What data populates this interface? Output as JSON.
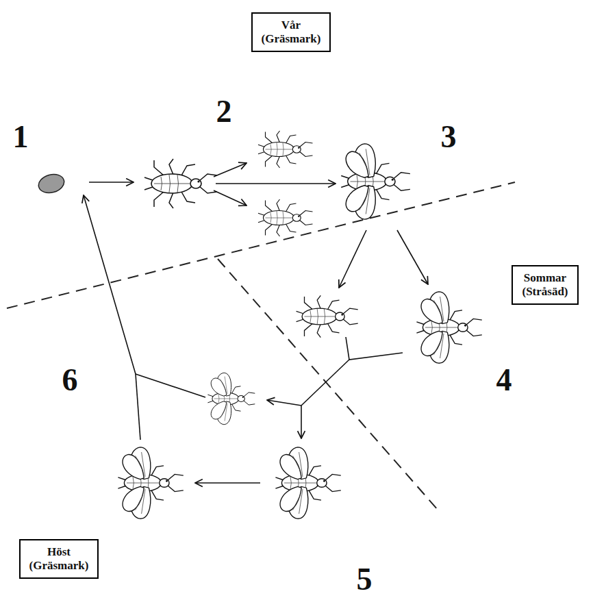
{
  "diagram": {
    "nodes": [
      {
        "text": [
          "Vår (Gräsmark)"
        ]
      },
      {
        "text": [
          "Sommar (Stråsäd)"
        ]
      },
      {
        "text": [
          "Höst (Gräsmark)"
        ]
      }
    ],
    "labels": [
      "1",
      "2",
      "3",
      "4",
      "5",
      "6"
    ]
  }
}
